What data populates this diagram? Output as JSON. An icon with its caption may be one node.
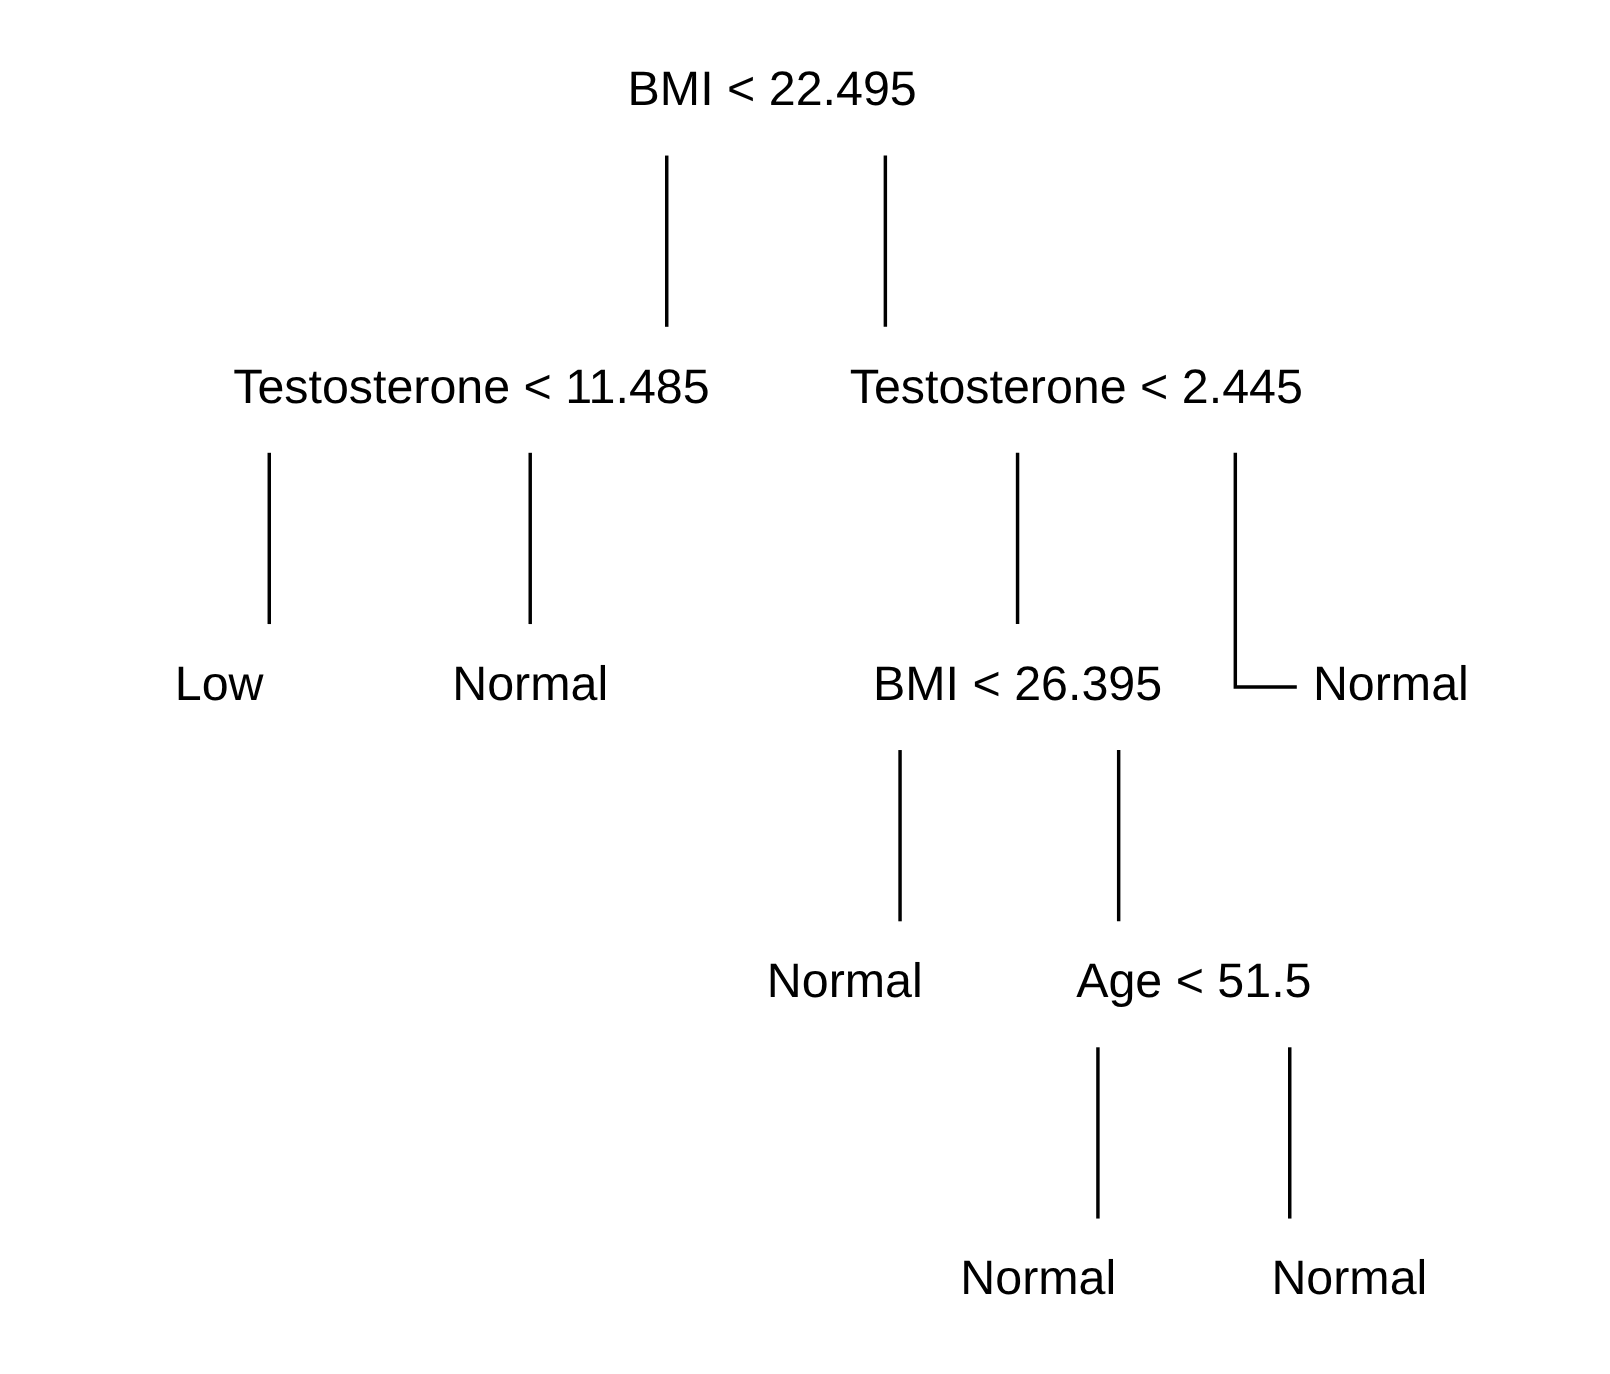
{
  "diagram": {
    "nodes": [
      {
        "text": [
          "BMI < 22.495"
        ]
      },
      {
        "text": [
          "Testosterone < 11.485"
        ]
      },
      {
        "text": [
          "Low"
        ]
      },
      {
        "text": [
          "Normal"
        ]
      },
      {
        "text": [
          "Testosterone < 2.445"
        ]
      },
      {
        "text": [
          "BMI < 26.395"
        ]
      },
      {
        "text": [
          "Normal"
        ]
      },
      {
        "text": [
          "Age < 51.5"
        ]
      },
      {
        "text": [
          "Normal"
        ]
      },
      {
        "text": [
          "Normal"
        ]
      },
      {
        "text": [
          "Normal"
        ]
      }
    ],
    "edges": [
      {
        "from": 0,
        "to": 1,
        "arrow": "none"
      },
      {
        "from": 0,
        "to": 4,
        "arrow": "none"
      },
      {
        "from": 1,
        "to": 2,
        "arrow": "none"
      },
      {
        "from": 1,
        "to": 3,
        "arrow": "none"
      },
      {
        "from": 4,
        "to": 5,
        "arrow": "none"
      },
      {
        "from": 4,
        "to": 10,
        "arrow": "none"
      },
      {
        "from": 5,
        "to": 6,
        "arrow": "none"
      },
      {
        "from": 5,
        "to": 7,
        "arrow": "none"
      },
      {
        "from": 7,
        "to": 8,
        "arrow": "none"
      },
      {
        "from": 7,
        "to": 9,
        "arrow": "none"
      }
    ]
  }
}
